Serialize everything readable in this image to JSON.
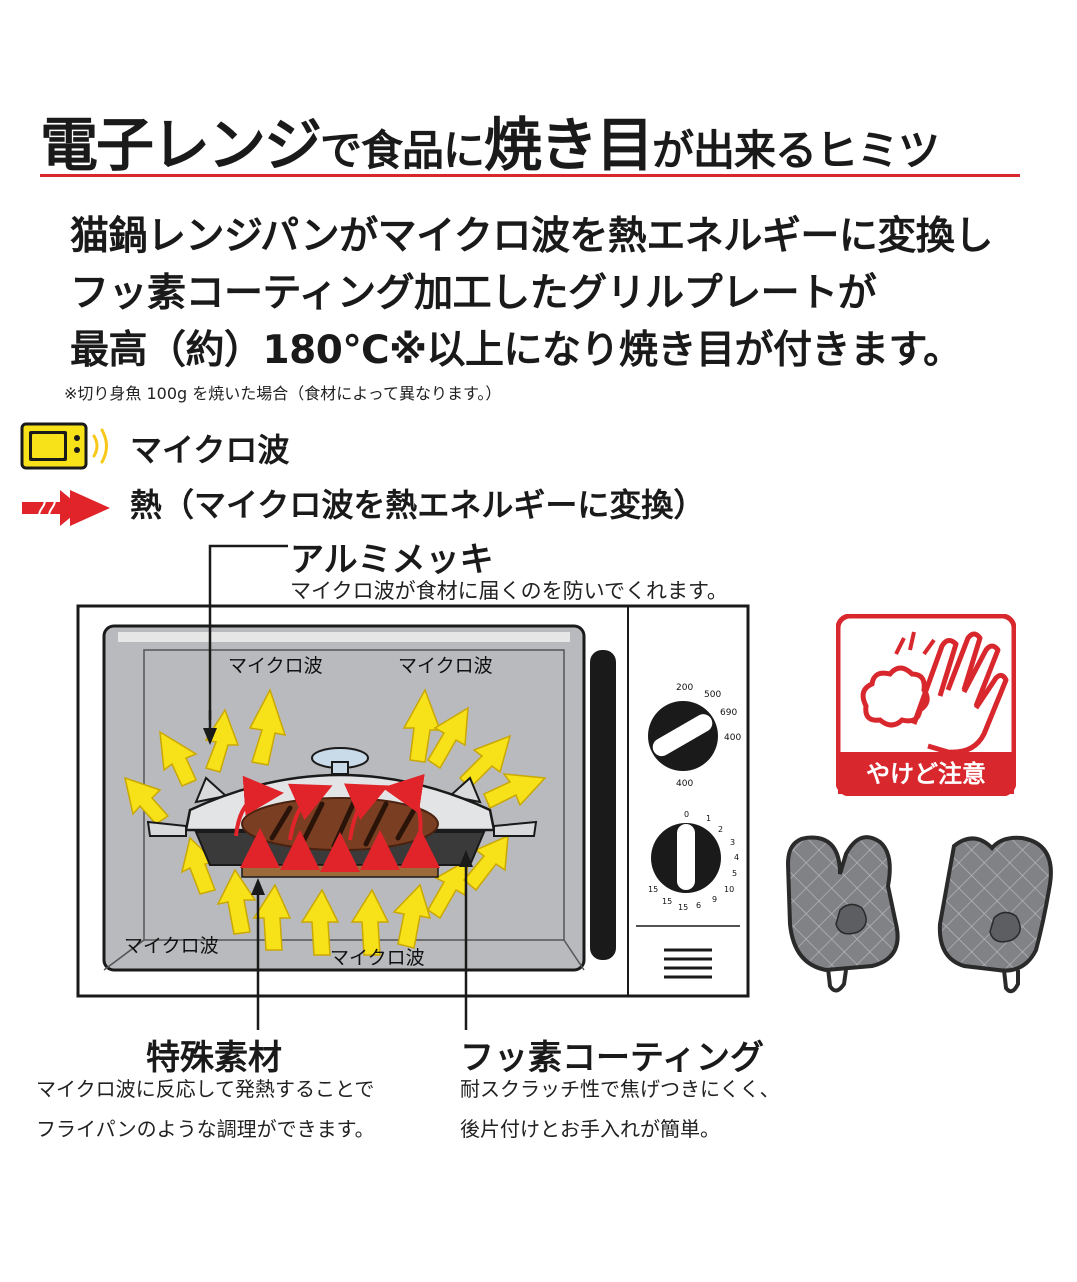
{
  "title": {
    "parts": [
      "電子レンジ",
      "で食品に",
      "焼き目",
      "が出来るヒミツ"
    ]
  },
  "lead": {
    "line1": "猫鍋レンジパンがマイクロ波を熱エネルギーに変換し",
    "line2": "フッ素コーティング加工したグリルプレートが",
    "line3": "最高（約）180℃※以上になり焼き目が付きます。"
  },
  "note": "※切り身魚 100g を焼いた場合（食材によって異なります。）",
  "legend": {
    "microwave": "マイクロ波",
    "heat": "熱（マイクロ波を熱エネルギーに変換）"
  },
  "aluminum": {
    "title": "アルミメッキ",
    "desc": "マイクロ波が食材に届くのを防いでくれます。"
  },
  "diagram_labels": {
    "top_left": "マイクロ波",
    "top_right": "マイクロ波",
    "bottom_left": "マイクロ波",
    "bottom_center": "マイクロ波"
  },
  "dial_numbers": {
    "power": [
      "200",
      "500",
      "690",
      "400",
      "400"
    ],
    "timer": [
      "0",
      "1",
      "2",
      "3",
      "4",
      "5",
      "10",
      "15",
      "15",
      "15",
      "6",
      "9"
    ]
  },
  "burn_warning": "やけど注意",
  "special_material": {
    "title": "特殊素材",
    "line1": "マイクロ波に反応して発熱することで",
    "line2": "フライパンのような調理ができます。"
  },
  "fluorine": {
    "title": "フッ素コーティング",
    "line1": "耐スクラッチ性で焦げつきにくく、",
    "line2": "後片付けとお手入れが簡単。"
  },
  "colors": {
    "accent_red": "#d8282e",
    "microwave_yellow": "#f7e21a",
    "heat_red": "#e0242a",
    "cavity_gray": "#b9babd",
    "mitten_gray": "#7f8185"
  }
}
